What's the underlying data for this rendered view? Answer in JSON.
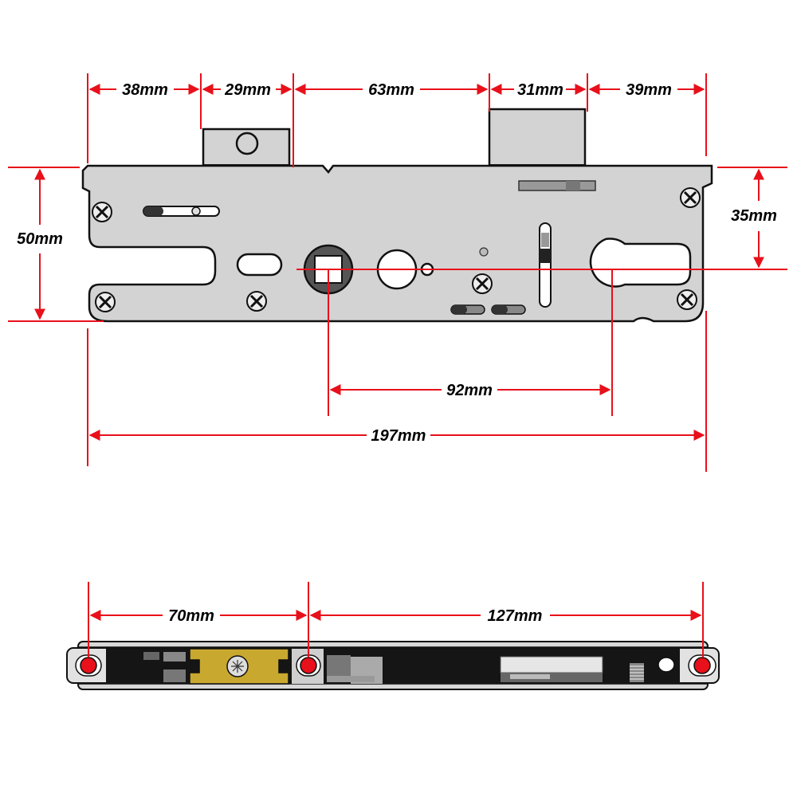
{
  "top_view": {
    "dims_top": [
      "38mm",
      "29mm",
      "63mm",
      "31mm",
      "39mm"
    ],
    "dim_left": "50mm",
    "dim_right": "35mm",
    "dim_backset": "92mm",
    "dim_overall": "197mm"
  },
  "side_view": {
    "dims": [
      "70mm",
      "127mm"
    ]
  },
  "colors": {
    "dimension_line": "#e8101a",
    "plate": "#d3d3d3",
    "outline": "#111111",
    "brass": "#c9a830",
    "marker": "#e8101a"
  }
}
